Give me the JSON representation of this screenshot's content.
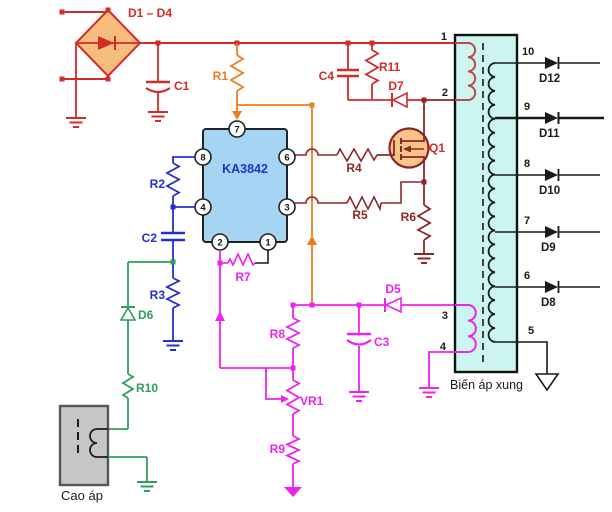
{
  "diagram": {
    "title_visible": false,
    "ic": {
      "name": "KA3842",
      "pins": {
        "p1": "1",
        "p2": "2",
        "p3": "3",
        "p4": "4",
        "p6": "6",
        "p7": "7",
        "p8": "8"
      }
    },
    "labels": {
      "bridge": "D1 – D4",
      "c1": "C1",
      "r1": "R1",
      "c4": "C4",
      "r11": "R11",
      "d7": "D7",
      "q1": "Q1",
      "r4": "R4",
      "r5": "R5",
      "r6": "R6",
      "r2": "R2",
      "c2": "C2",
      "r3": "R3",
      "r7": "R7",
      "d6": "D6",
      "r10": "R10",
      "r8": "R8",
      "vr1": "VR1",
      "r9": "R9",
      "d5": "D5",
      "c3": "C3",
      "d8": "D8",
      "d9": "D9",
      "d10": "D10",
      "d11": "D11",
      "d12": "D12",
      "flyback": "Cao áp",
      "transformer": "Biến áp xung"
    },
    "tx": {
      "pins": {
        "p1": "1",
        "p2": "2",
        "p3": "3",
        "p4": "4",
        "p5": "5",
        "p6": "6",
        "p7": "7",
        "p8": "8",
        "p9": "9",
        "p10": "10"
      }
    },
    "colors": {
      "red": "#d42a2a",
      "orange": "#ef7d1a",
      "maroon": "#8e2727",
      "blue": "#2330cc",
      "green": "#2f9e5f",
      "magenta": "#ee22ee",
      "black": "#1a1a1a",
      "ic_fill": "#a6d5f3",
      "ic_text": "#1a35d6",
      "bridge_fill": "#f6bd7e",
      "mosfet_fill": "#f7c489",
      "transformer_fill": "#ccf4f0",
      "flyback_fill": "#c6c6c6"
    }
  }
}
